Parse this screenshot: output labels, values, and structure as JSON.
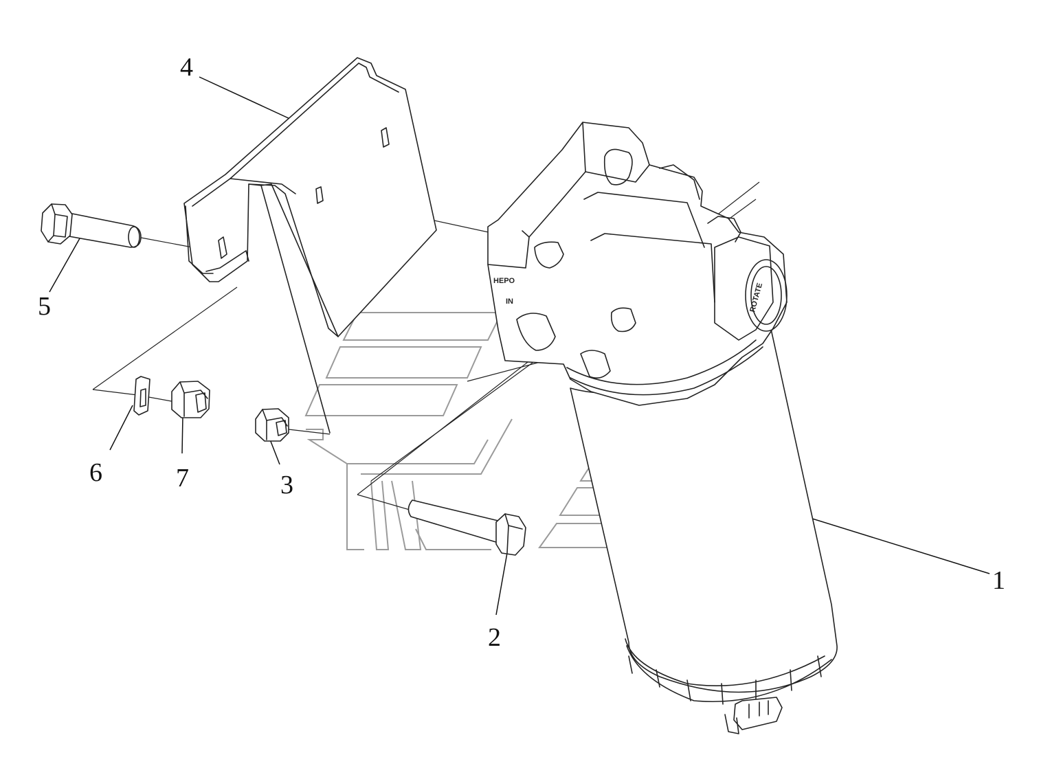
{
  "callouts": {
    "c1": "1",
    "c2": "2",
    "c3": "3",
    "c4": "4",
    "c5": "5",
    "c6": "6",
    "c7": "7"
  },
  "head_markings": {
    "line1": "НЕРО",
    "line2": "IN"
  },
  "cap_marking": "ROTATE"
}
